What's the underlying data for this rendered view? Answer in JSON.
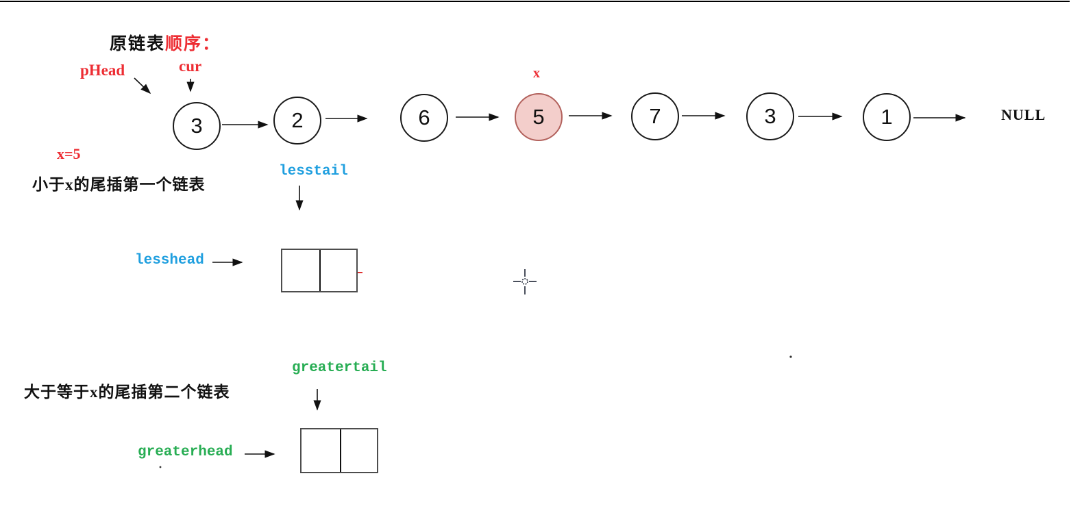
{
  "colors": {
    "red": "#ed2d33",
    "blue": "#1f9fdf",
    "green": "#27ad53",
    "node_fill": "#f3cecb",
    "node_stroke": "#b2615c"
  },
  "annotations": {
    "title_black": "原链表",
    "title_red": "顺序：",
    "x_value": "x=5",
    "less_desc": "小于x的尾插第一个链表",
    "greater_desc": "大于等于x的尾插第二个链表"
  },
  "linked_list": {
    "phead_label": "pHead",
    "cur_label": "cur",
    "x_marker": "x",
    "nodes": [
      {
        "value": "3",
        "highlighted": false
      },
      {
        "value": "2",
        "highlighted": false
      },
      {
        "value": "6",
        "highlighted": false
      },
      {
        "value": "5",
        "highlighted": true
      },
      {
        "value": "7",
        "highlighted": false
      },
      {
        "value": "3",
        "highlighted": false
      },
      {
        "value": "1",
        "highlighted": false
      }
    ],
    "terminator": "NULL"
  },
  "less_list": {
    "tail_label": "lesstail",
    "head_label": "lesshead"
  },
  "greater_list": {
    "tail_label": "greatertail",
    "head_label": "greaterhead"
  }
}
